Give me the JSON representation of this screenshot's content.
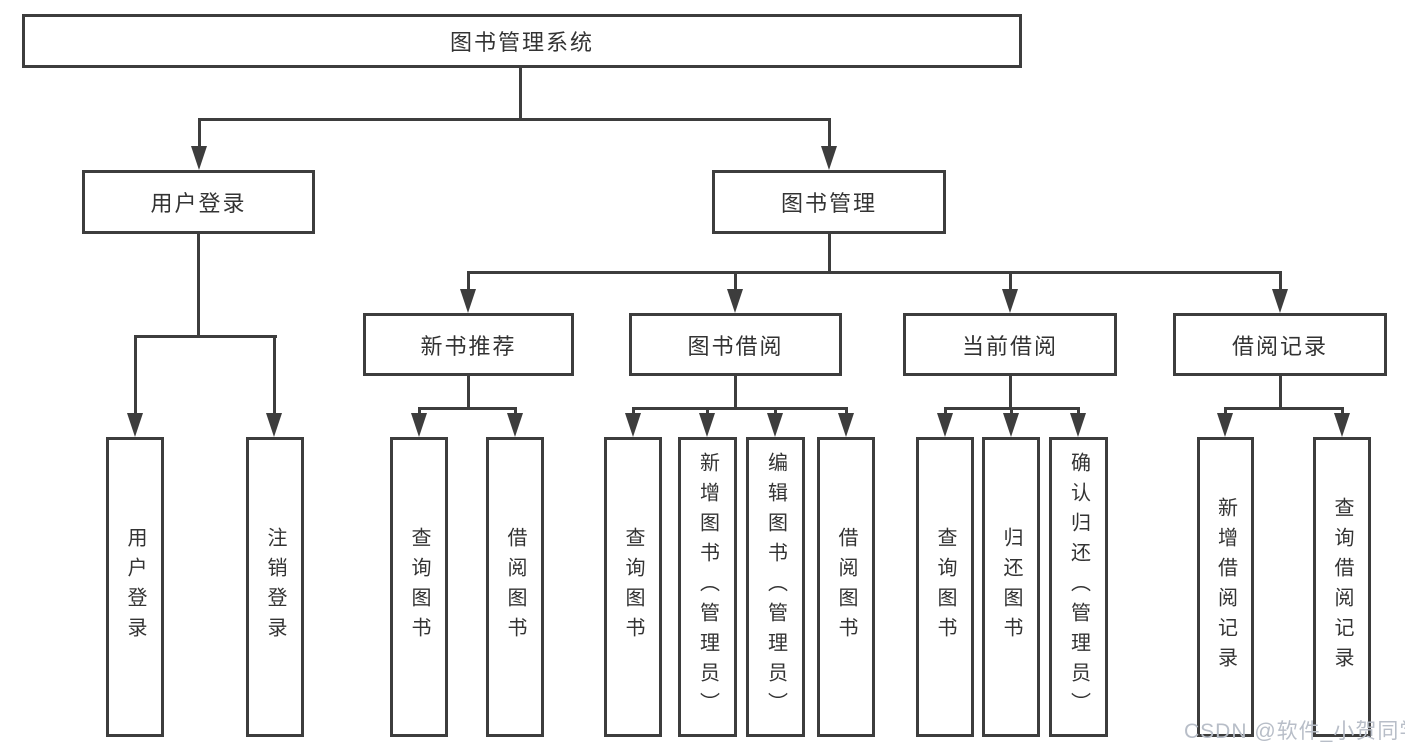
{
  "diagram_title": "图书管理系统",
  "nodes": {
    "root": "图书管理系统",
    "branches": [
      "用户登录",
      "图书管理"
    ],
    "modules": [
      "新书推荐",
      "图书借阅",
      "当前借阅",
      "借阅记录"
    ],
    "leaves": [
      "用户登录",
      "注销登录",
      "查询图书",
      "借阅图书",
      "查询图书",
      "新增图书（管理员）",
      "编辑图书（管理员）",
      "借阅图书",
      "查询图书",
      "归还图书",
      "确认归还（管理员）",
      "新增借阅记录",
      "查询借阅记录"
    ]
  },
  "watermark": {
    "text": "CSDN @软件_小贺同学"
  },
  "colors": {
    "line": "#3d3d3d",
    "text": "#333333",
    "watermark": "#b8bec8",
    "background": "#ffffff"
  }
}
